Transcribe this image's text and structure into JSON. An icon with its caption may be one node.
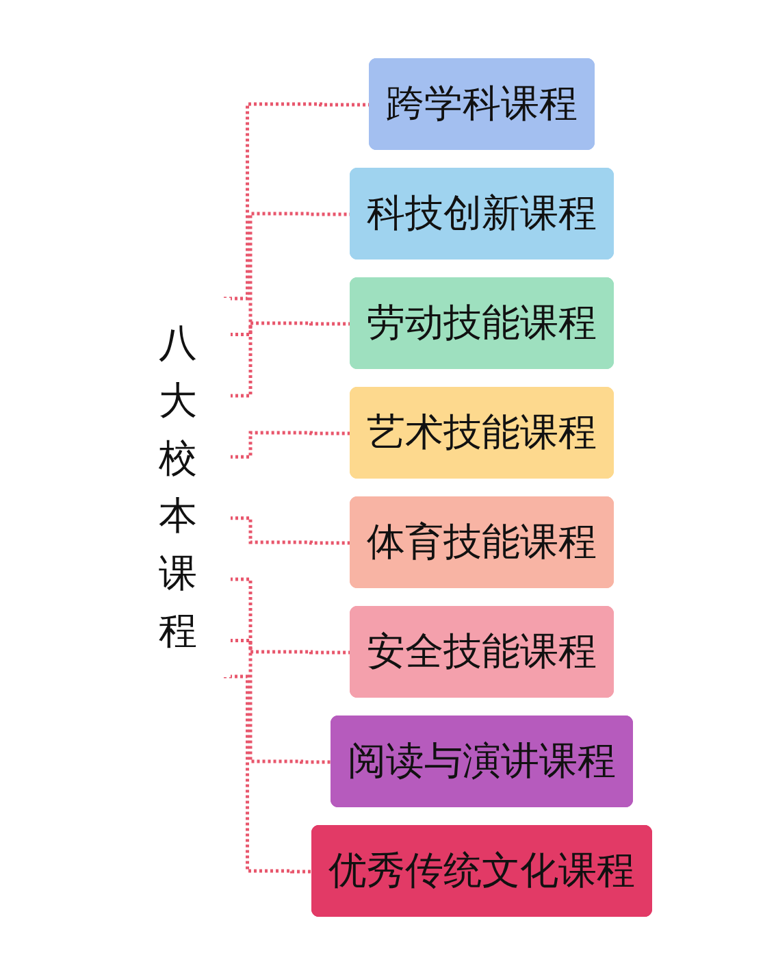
{
  "diagram": {
    "nodes": [
      {
        "text": [
          "八大校本课程"
        ]
      },
      {
        "text": [
          "跨学科课程"
        ]
      },
      {
        "text": [
          "科技创新课程"
        ]
      },
      {
        "text": [
          "劳动技能课程"
        ]
      },
      {
        "text": [
          "艺术技能课程"
        ]
      },
      {
        "text": [
          "体育技能课程"
        ]
      },
      {
        "text": [
          "安全技能课程"
        ]
      },
      {
        "text": [
          "阅读与演讲课程"
        ]
      },
      {
        "text": [
          "优秀传统文化课程"
        ]
      }
    ],
    "edges": [
      {
        "from": 0,
        "to": 1,
        "arrow": "none",
        "style": "dashed"
      },
      {
        "from": 0,
        "to": 2,
        "arrow": "none",
        "style": "dashed"
      },
      {
        "from": 0,
        "to": 3,
        "arrow": "none",
        "style": "dashed"
      },
      {
        "from": 0,
        "to": 4,
        "arrow": "none",
        "style": "dashed"
      },
      {
        "from": 0,
        "to": 5,
        "arrow": "none",
        "style": "dashed"
      },
      {
        "from": 0,
        "to": 6,
        "arrow": "none",
        "style": "dashed"
      },
      {
        "from": 0,
        "to": 7,
        "arrow": "none",
        "style": "dashed"
      },
      {
        "from": 0,
        "to": 8,
        "arrow": "none",
        "style": "dashed"
      }
    ]
  }
}
